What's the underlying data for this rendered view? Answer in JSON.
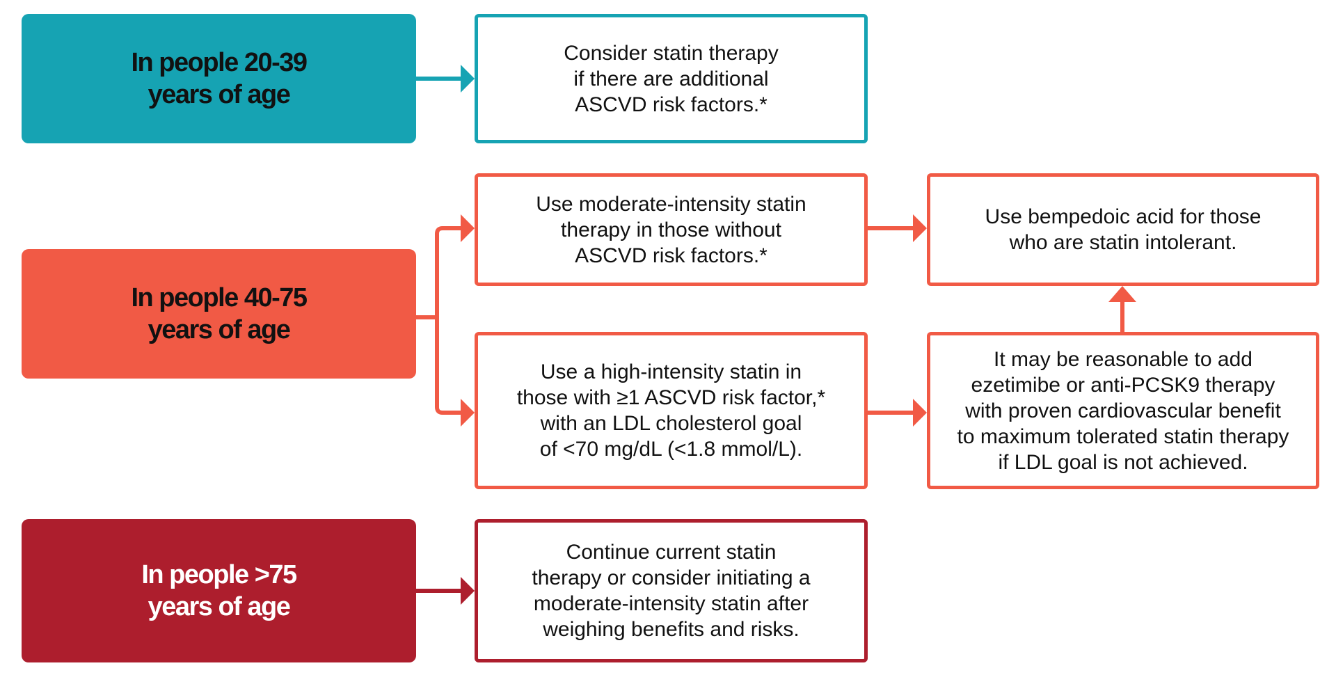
{
  "colors": {
    "teal": "#16a3b3",
    "coral": "#f15a45",
    "crimson": "#ad1e2d"
  },
  "groups": [
    {
      "age_label": "In people 20-39\nyears of age",
      "recommendations": [
        "Consider statin therapy\nif there are additional\nASCVD risk factors.*"
      ]
    },
    {
      "age_label": "In people 40-75\nyears of age",
      "recommendations": [
        "Use moderate-intensity statin\ntherapy in those without\nASCVD risk factors.*",
        "Use a high-intensity statin in\nthose with ≥1 ASCVD risk factor,*\nwith an LDL cholesterol goal\nof <70 mg/dL (<1.8 mmol/L).",
        "Use bempedoic acid for those\nwho are statin intolerant.",
        "It may be reasonable to add\nezetimibe or anti-PCSK9 therapy\nwith proven cardiovascular benefit\nto maximum tolerated statin therapy\nif LDL goal is not achieved."
      ]
    },
    {
      "age_label": "In people >75\nyears of age",
      "recommendations": [
        "Continue current statin\ntherapy or consider initiating a\nmoderate-intensity statin after\nweighing benefits and risks."
      ]
    }
  ]
}
